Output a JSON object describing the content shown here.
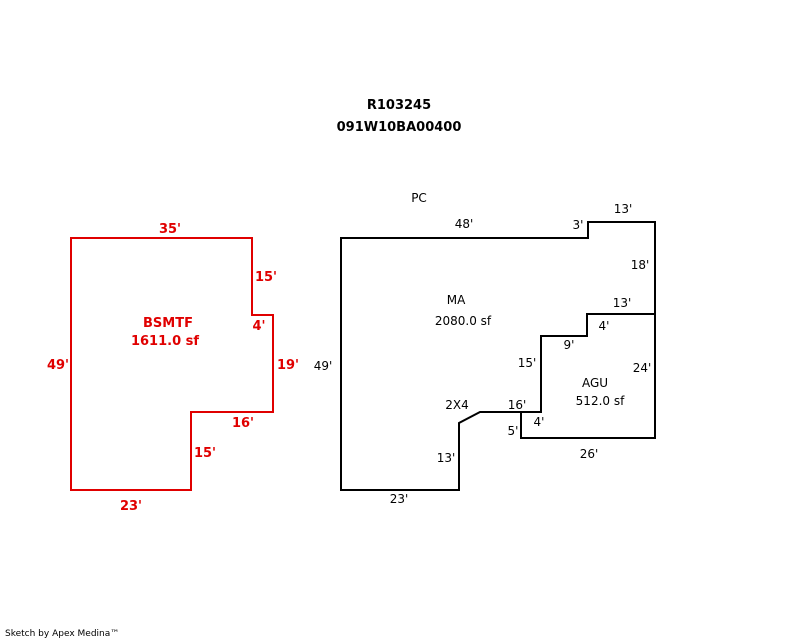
{
  "header": {
    "account": "R103245",
    "map_lot": "091W10BA00400"
  },
  "colors": {
    "basement": "#e00000",
    "main": "#000000"
  },
  "basement": {
    "code": "BSMTF",
    "area": "1611.0 sf",
    "dims": {
      "top": "35'",
      "right_upper": "15'",
      "step": "4'",
      "right_lower": "19'",
      "bottom_right": "16'",
      "inner_vertical": "15'",
      "bottom": "23'",
      "left": "49'"
    }
  },
  "main": {
    "porch": "PC",
    "code": "MA",
    "area": "2080.0 sf",
    "dims": {
      "top": "48'",
      "notch": "3'",
      "top_right": "13'",
      "right_upper": "18'",
      "left": "49'",
      "bottom": "23'",
      "lower_vertical": "13'",
      "step_15": "15'",
      "step_9": "9'",
      "step_16": "16'",
      "step_4": "4'",
      "step_5": "5'"
    },
    "wall_note": "2X4"
  },
  "garage": {
    "code": "AGU",
    "area": "512.0 sf",
    "dims": {
      "top": "13'",
      "notch": "4'",
      "right": "24'",
      "bottom": "26'"
    }
  },
  "footer": {
    "credit": "Sketch by Apex Medina™"
  }
}
